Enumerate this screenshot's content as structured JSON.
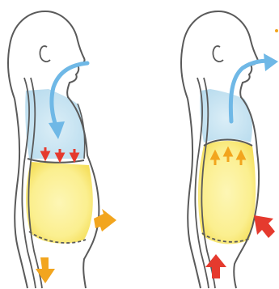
{
  "figures": [
    {
      "id": "left",
      "phase": "inhalation",
      "air_direction": "in",
      "diaphragm_direction": "down",
      "abdomen_direction": "out",
      "pelvic_floor_direction": "down"
    },
    {
      "id": "right",
      "phase": "exhalation",
      "air_direction": "out",
      "diaphragm_direction": "up",
      "abdomen_direction": "in",
      "pelvic_floor_direction": "up"
    }
  ],
  "colors": {
    "outline": "#5a5a5a",
    "lungs_fill": "#cfe6f2",
    "air_arrow": "#6fb8e6",
    "abdomen_fill": "#fbf2a0",
    "abdomen_fill_edge": "#f6e46a",
    "diaphragm_arrow_down": "#e53a2e",
    "diaphragm_arrow_up": "#f2a51e",
    "abdomen_arrow_out": "#f2a51e",
    "abdomen_arrow_in": "#e53a2e",
    "pelvic_arrow_down": "#f2a51e",
    "pelvic_arrow_up": "#e53a2e",
    "accent_dot": "#f2a51e"
  }
}
